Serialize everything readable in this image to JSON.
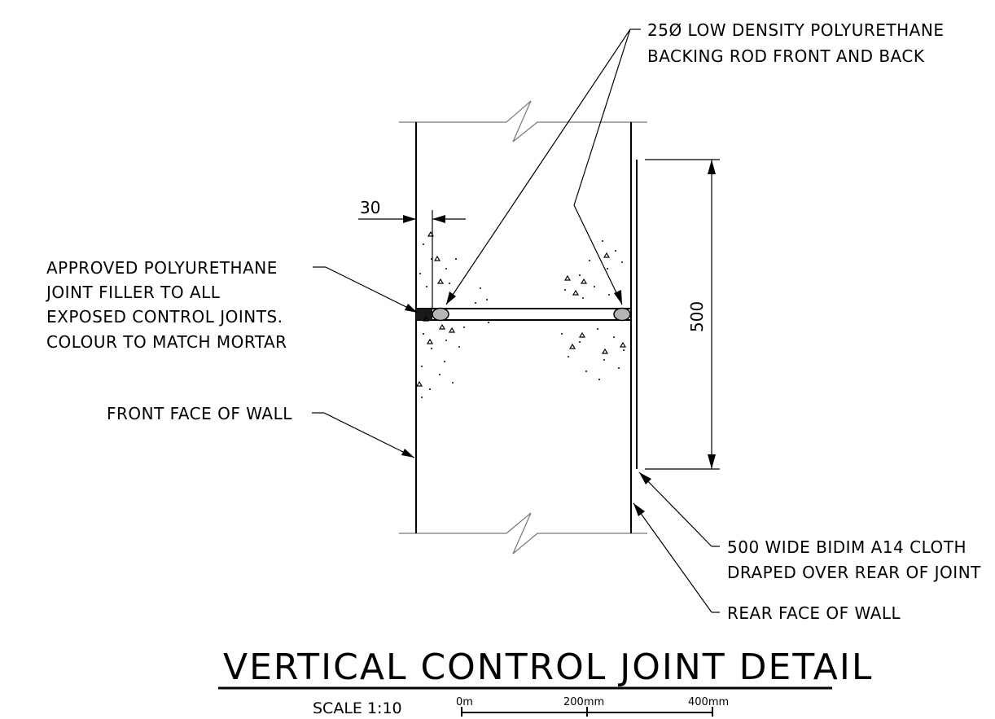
{
  "labels": {
    "backing_rod_line1": "25Ø LOW DENSITY POLYURETHANE",
    "backing_rod_line2": "BACKING ROD FRONT AND BACK",
    "joint_filler_line1": "APPROVED POLYURETHANE",
    "joint_filler_line2": "JOINT FILLER TO ALL",
    "joint_filler_line3": "EXPOSED CONTROL JOINTS.",
    "joint_filler_line4": "COLOUR TO MATCH MORTAR",
    "front_face": "FRONT FACE OF WALL",
    "cloth_line1": "500 WIDE BIDIM A14 CLOTH",
    "cloth_line2": "DRAPED OVER REAR OF JOINT",
    "rear_face": "REAR FACE OF WALL"
  },
  "dimensions": {
    "joint_offset": "30",
    "cloth_width": "500"
  },
  "title": "VERTICAL CONTROL JOINT DETAIL",
  "scale": {
    "label": "SCALE 1:10",
    "ticks": [
      "0m",
      "200mm",
      "400mm"
    ]
  }
}
